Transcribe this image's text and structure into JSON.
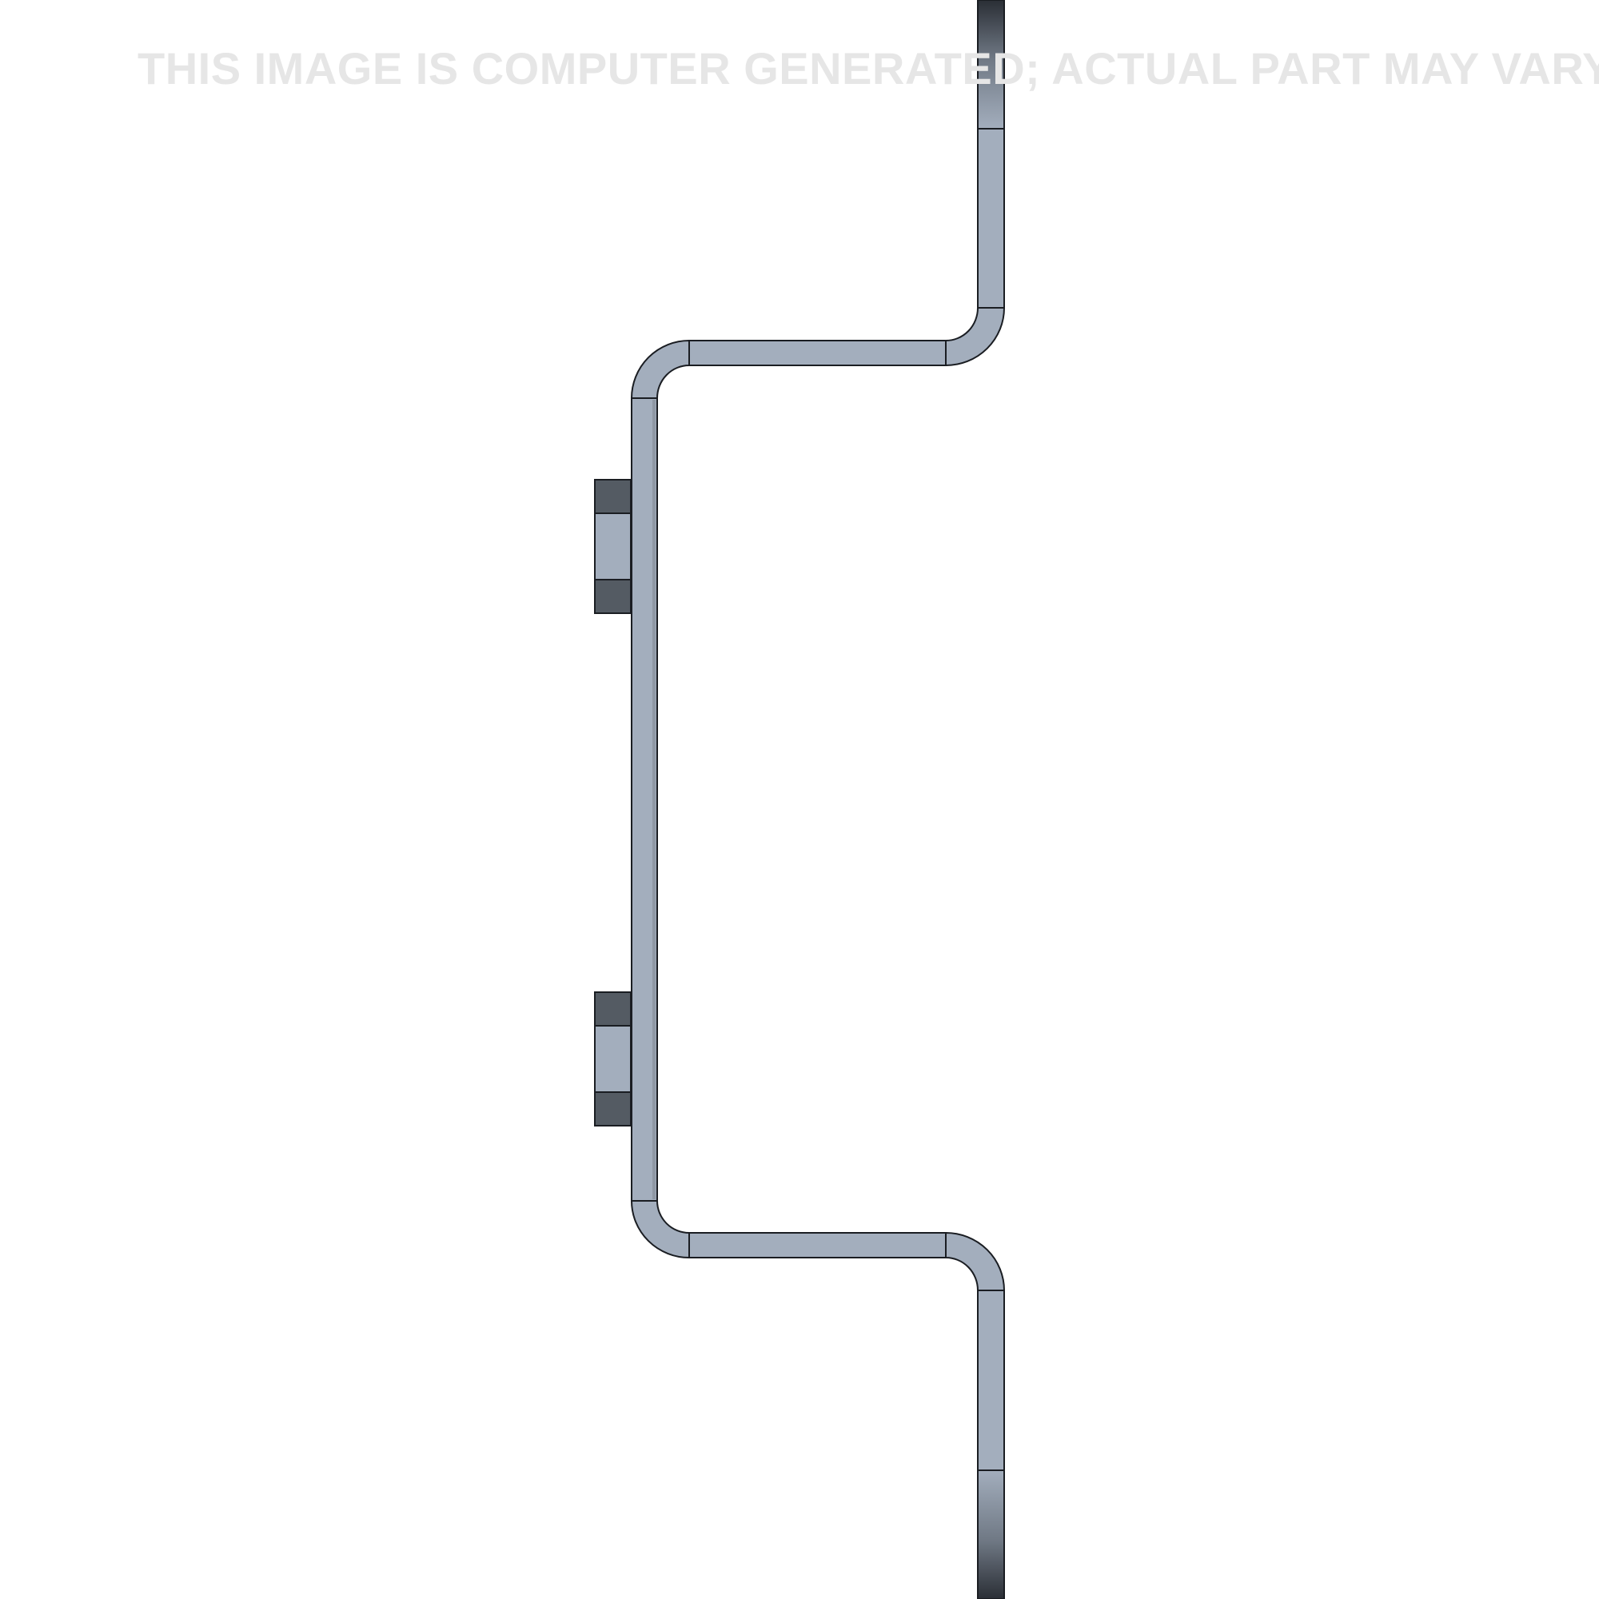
{
  "watermark": {
    "text": "THIS IMAGE IS COMPUTER GENERATED; ACTUAL PART MAY VARY."
  },
  "drawing": {
    "subject": "bent-strap-bracket-with-weld-nuts",
    "view": "side-profile",
    "colors": {
      "background": "#ffffff",
      "metal_fill": "#a3aebd",
      "metal_edge_shade": "#8f98a4",
      "nut_dark": "#545b63",
      "outline": "#1a1d22",
      "end_gradient_dark": "#2a2e35",
      "watermark": "#e6e6e6"
    },
    "features": [
      {
        "name": "top-vertical-leg"
      },
      {
        "name": "upper-right-bend"
      },
      {
        "name": "upper-horizontal-offset"
      },
      {
        "name": "upper-left-bend"
      },
      {
        "name": "main-vertical-web"
      },
      {
        "name": "upper-weld-nut"
      },
      {
        "name": "lower-weld-nut"
      },
      {
        "name": "lower-left-bend"
      },
      {
        "name": "lower-horizontal-offset"
      },
      {
        "name": "lower-right-bend"
      },
      {
        "name": "bottom-vertical-leg"
      }
    ]
  }
}
